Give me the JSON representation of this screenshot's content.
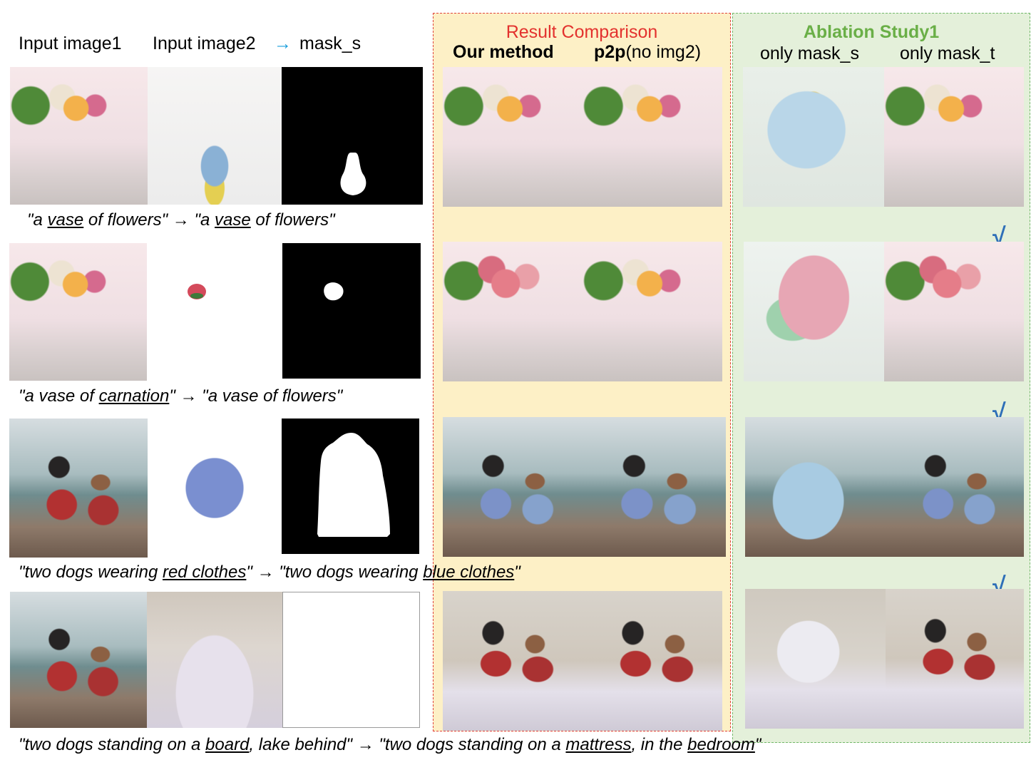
{
  "headers": {
    "input1": "Input image1",
    "input2": "Input image2",
    "arrow": "→",
    "mask": "mask_s"
  },
  "result_panel": {
    "title": "Result Comparison",
    "col1": "Our method",
    "col2_bold": "p2p",
    "col2_rest": "(no img2)"
  },
  "ablation_panel": {
    "title": "Ablation Study1",
    "col1": "only mask_s",
    "col2": "only mask_t"
  },
  "checkmark": "√",
  "captions": [
    {
      "parts": [
        "\"a ",
        "vase",
        " of flowers\"  →  \"a ",
        "vase",
        " of flowers\""
      ]
    },
    {
      "parts": [
        "\"a vase of ",
        "carnation",
        "\"  →  \"a vase of flowers\""
      ]
    },
    {
      "parts": [
        "\"two dogs wearing ",
        "red clothes",
        "\"  →  \"two dogs wearing ",
        "blue clothes",
        "\""
      ]
    },
    {
      "parts": [
        "\"two dogs standing on a ",
        "board",
        ", lake behind\"  →  \"two dogs standing on a ",
        "mattress",
        ", in the ",
        "bedroom",
        "\""
      ]
    }
  ]
}
